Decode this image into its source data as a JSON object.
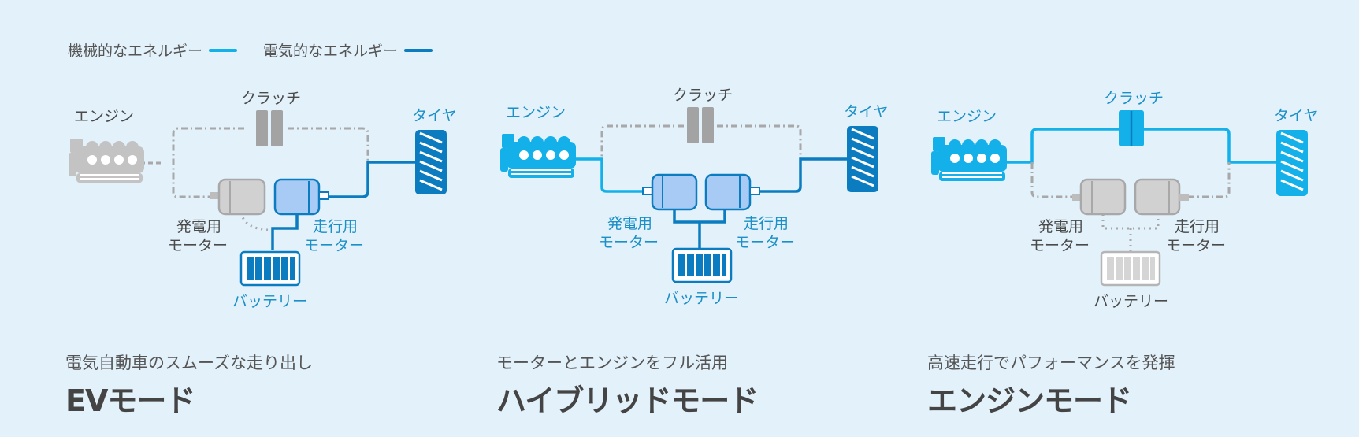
{
  "colors": {
    "mechanical": "#13b0ea",
    "electrical": "#0c7cc0",
    "inactive_line": "#a8a8a8",
    "inactive_fill": "#cfcfcf",
    "active_text": "#1b8fc7",
    "inactive_text": "#4a4a4a",
    "background": "#e2f1fa"
  },
  "legend": {
    "mechanical_label": "機械的なエネルギー",
    "electrical_label": "電気的なエネルギー"
  },
  "modes": [
    {
      "subtitle": "電気自動車のスムーズな走り出し",
      "title": "EVモード",
      "labels": {
        "engine": "エンジン",
        "clutch": "クラッチ",
        "tire": "タイヤ",
        "generator_line1": "発電用",
        "generator_line2": "モーター",
        "drive_line1": "走行用",
        "drive_line2": "モーター",
        "battery": "バッテリー"
      }
    },
    {
      "subtitle": "モーターとエンジンをフル活用",
      "title": "ハイブリッドモード",
      "labels": {
        "engine": "エンジン",
        "clutch": "クラッチ",
        "tire": "タイヤ",
        "generator_line1": "発電用",
        "generator_line2": "モーター",
        "drive_line1": "走行用",
        "drive_line2": "モーター",
        "battery": "バッテリー"
      }
    },
    {
      "subtitle": "高速走行でパフォーマンスを発揮",
      "title": "エンジンモード",
      "labels": {
        "engine": "エンジン",
        "clutch": "クラッチ",
        "tire": "タイヤ",
        "generator_line1": "発電用",
        "generator_line2": "モーター",
        "drive_line1": "走行用",
        "drive_line2": "モーター",
        "battery": "バッテリー"
      }
    }
  ]
}
